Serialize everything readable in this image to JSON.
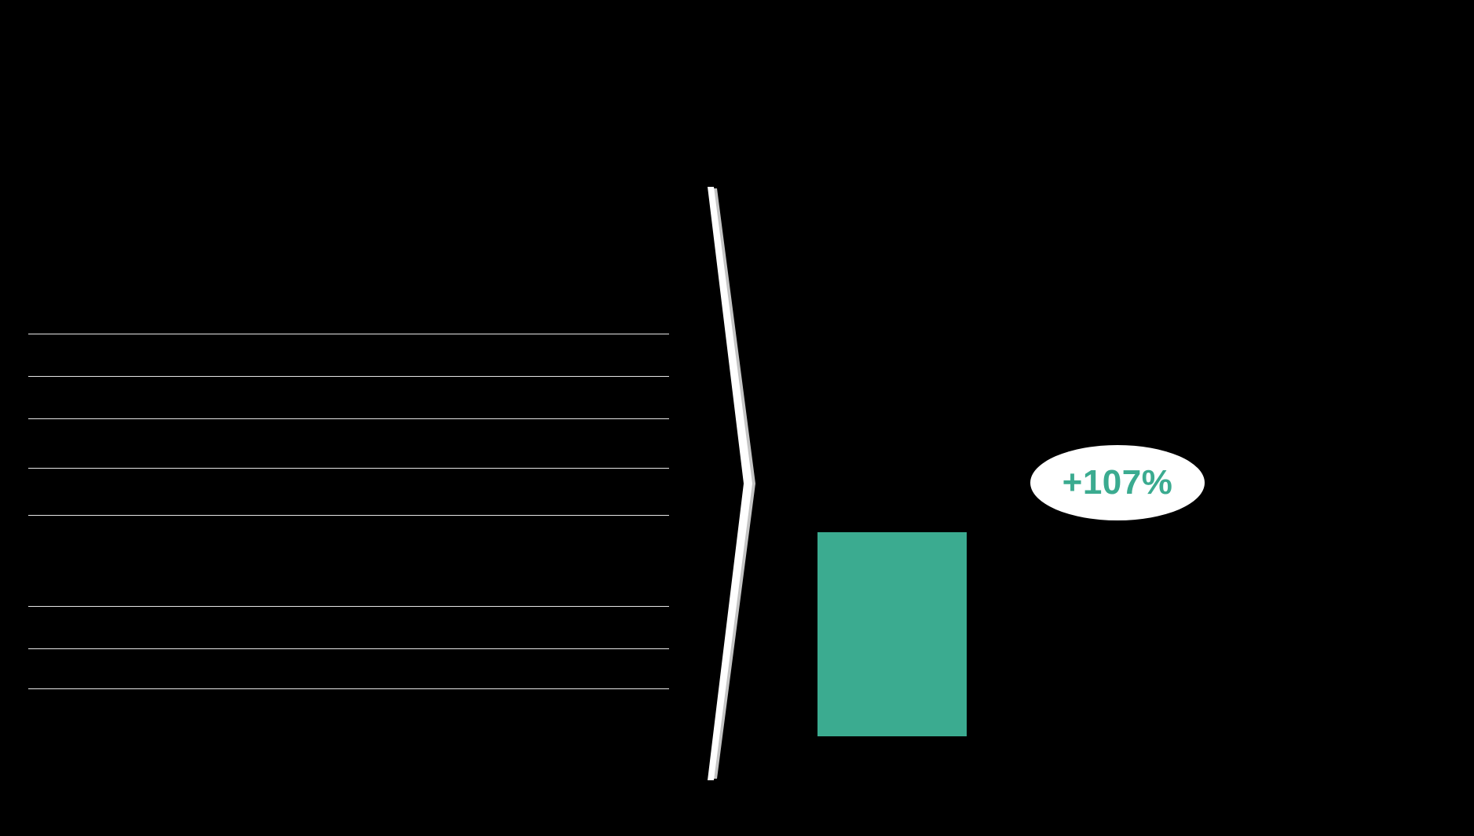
{
  "slide": {
    "background": "#000000",
    "table": {
      "rule_color": "#FFFFFF",
      "rule_count": 8
    },
    "chevron": {
      "fill": "#FFFFFF",
      "shadow": "#C4C4C4"
    },
    "bar": {
      "color": "#3BAB90"
    },
    "callout": {
      "background": "#FFFFFF",
      "text": "+107%",
      "text_color": "#3BAB90"
    }
  },
  "chart_data": {
    "type": "bar",
    "categories": [
      ""
    ],
    "values": [
      null
    ],
    "title": "",
    "xlabel": "",
    "ylabel": "",
    "legend": [],
    "bar_color": "#3BAB90",
    "grid": false,
    "axis_labels_visible": false,
    "annotations": [
      {
        "text": "+107%",
        "color": "#3BAB90",
        "shape": "ellipse",
        "background": "#FFFFFF"
      }
    ]
  }
}
